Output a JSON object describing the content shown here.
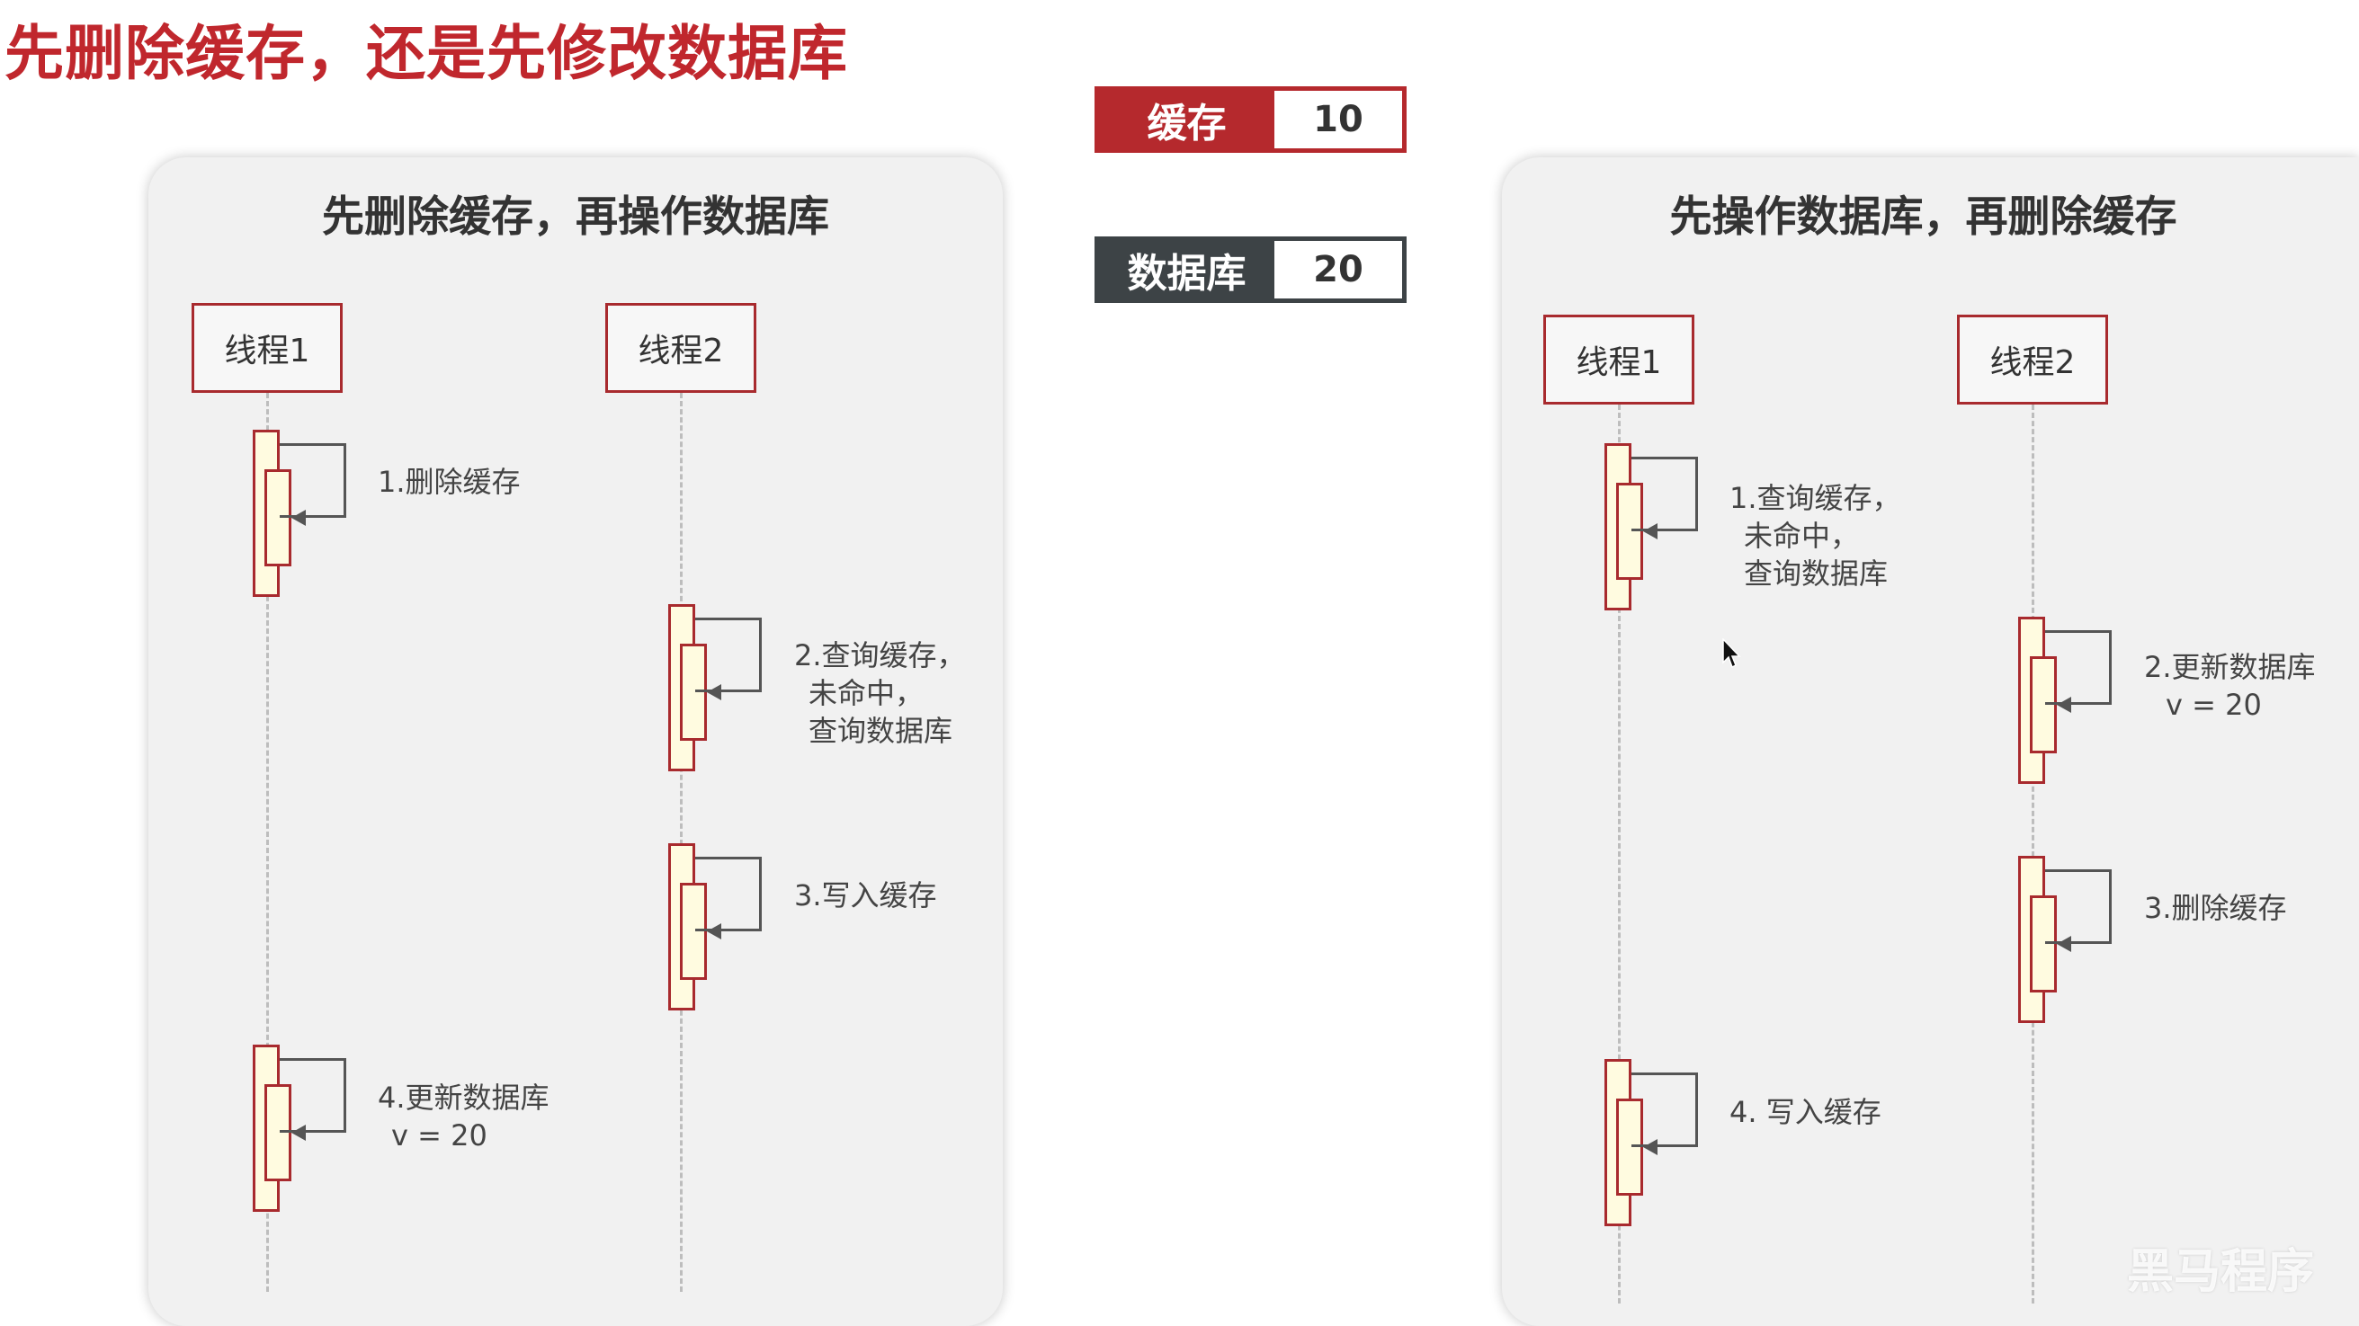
{
  "title": "先删除缓存，还是先修改数据库",
  "legend": {
    "cache": {
      "label": "缓存",
      "value": "10"
    },
    "database": {
      "label": "数据库",
      "value": "20"
    }
  },
  "panels": {
    "left": {
      "title": "先删除缓存，再操作数据库",
      "thread1": "线程1",
      "thread2": "线程2",
      "step1": [
        "1.删除缓存"
      ],
      "step2": [
        "2.查询缓存，",
        "未命中，",
        "查询数据库"
      ],
      "step3": [
        "3.写入缓存"
      ],
      "step4": [
        "4.更新数据库",
        "v = 20"
      ]
    },
    "right": {
      "title": "先操作数据库，再删除缓存",
      "thread1": "线程1",
      "thread2": "线程2",
      "step1": [
        "1.查询缓存，",
        "未命中，",
        "查询数据库"
      ],
      "step2": [
        "2.更新数据库",
        "v = 20"
      ],
      "step3": [
        "3.删除缓存"
      ],
      "step4": [
        "4. 写入缓存"
      ]
    }
  },
  "watermark": "黑马程序",
  "colors": {
    "accent": "#b5292d",
    "dark": "#3d4346",
    "activation_fill": "#fffbe0"
  }
}
